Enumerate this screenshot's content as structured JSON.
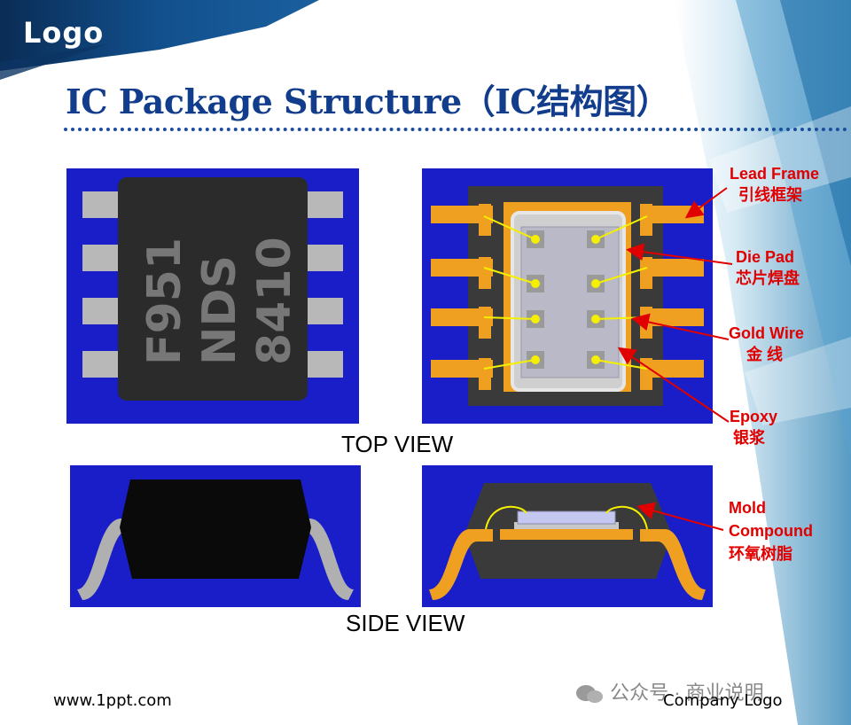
{
  "header": {
    "logo": "Logo",
    "title": "IC Package Structure（IC结构图）"
  },
  "views": {
    "top_label": "TOP VIEW",
    "side_label": "SIDE VIEW",
    "chip_marking": [
      "F951",
      "NDS",
      "8410"
    ]
  },
  "callouts": {
    "lead_frame": {
      "en": "Lead Frame",
      "zh": "引线框架"
    },
    "die_pad": {
      "en": "Die Pad",
      "zh": "芯片焊盘"
    },
    "gold_wire": {
      "en": "Gold Wire",
      "zh": "金 线"
    },
    "epoxy": {
      "en": "Epoxy",
      "zh": "银浆"
    },
    "mold": {
      "en1": "Mold",
      "en2": "Compound",
      "zh": "环氧树脂"
    }
  },
  "footer": {
    "url": "www.1ppt.com",
    "watermark": "公众号 · 商业说明",
    "company": "Company Logo"
  },
  "colors": {
    "title": "#123c8c",
    "callout": "#e10000",
    "board_blue": "#1a1ec8",
    "lead_orange": "#f0a020",
    "wire_yellow": "#f5f000",
    "package_dark": "#2b2b2b"
  }
}
